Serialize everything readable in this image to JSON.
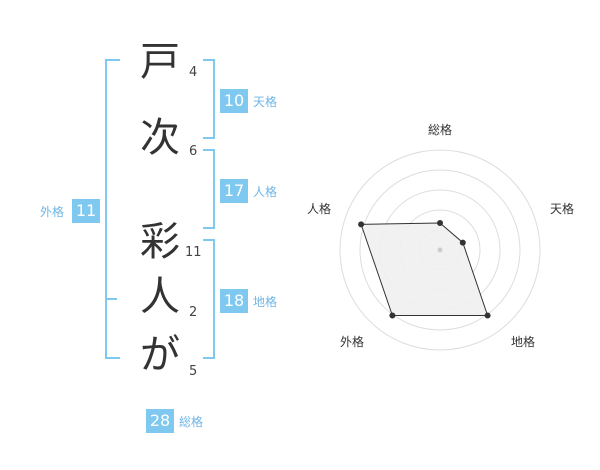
{
  "name": {
    "characters": [
      {
        "char": "戸",
        "strokes": "4"
      },
      {
        "char": "次",
        "strokes": "6"
      },
      {
        "char": "彩",
        "strokes": "11"
      },
      {
        "char": "人",
        "strokes": "2"
      },
      {
        "char": "が",
        "strokes": "5"
      }
    ]
  },
  "fortune": {
    "tenkaku": {
      "value": "10",
      "label": "天格"
    },
    "jinkaku": {
      "value": "17",
      "label": "人格"
    },
    "chikaku": {
      "value": "18",
      "label": "地格"
    },
    "gaikaku": {
      "value": "11",
      "label": "外格"
    },
    "soukaku": {
      "value": "28",
      "label": "総格"
    }
  },
  "colors": {
    "accent": "#7fc8f0",
    "label": "#6fb6e6",
    "ring": "#dddddd",
    "polygon_fill": "#f0f0f0",
    "polygon_stroke": "#333333"
  },
  "chart_data": {
    "type": "radar",
    "axes": [
      "総格",
      "天格",
      "地格",
      "外格",
      "人格"
    ],
    "values": [
      0.27,
      0.24,
      0.81,
      0.81,
      0.83
    ],
    "max": 1,
    "rings": 5
  }
}
